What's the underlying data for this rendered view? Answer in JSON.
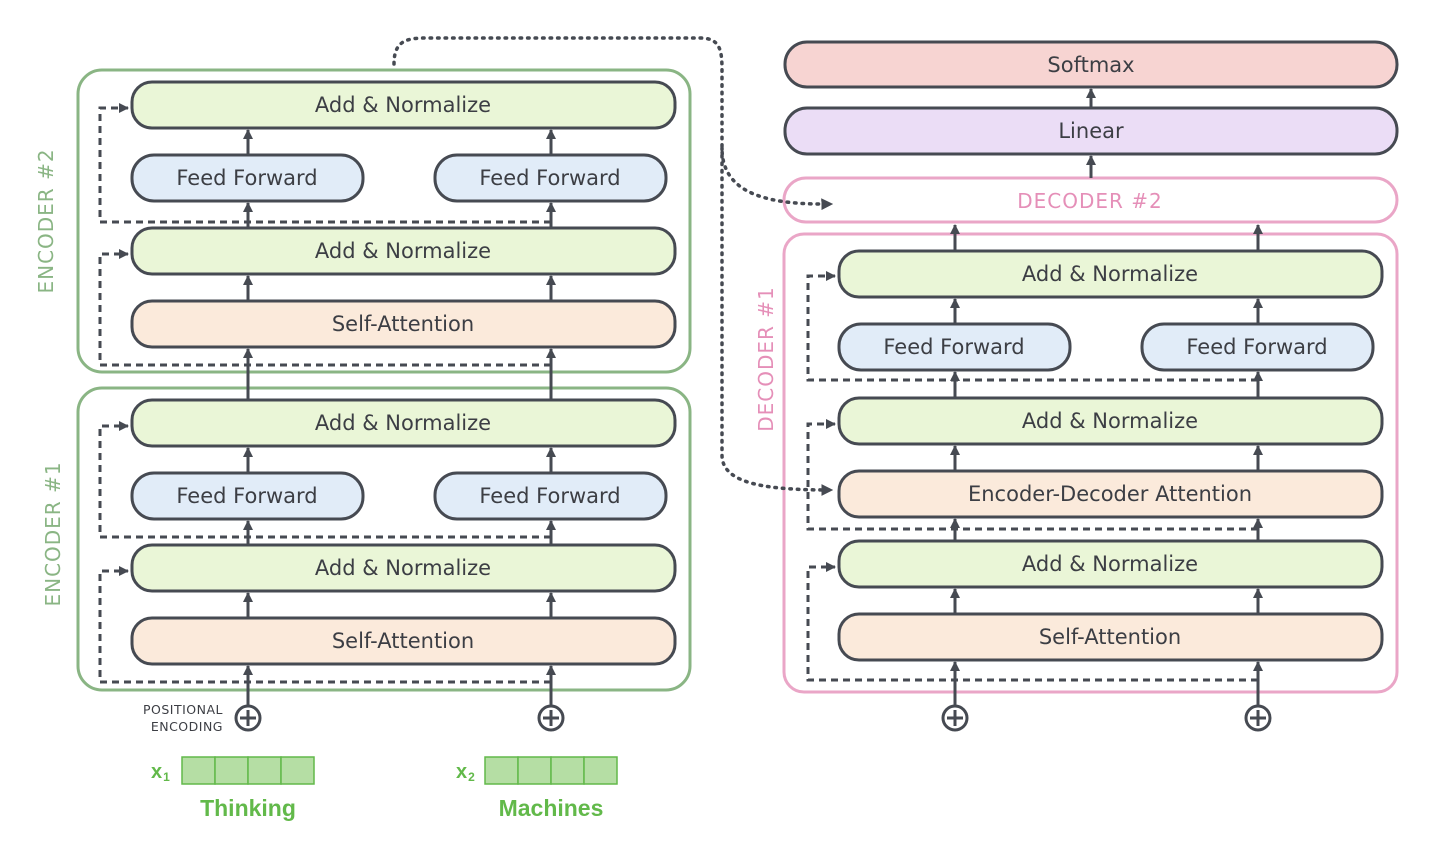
{
  "encoder": {
    "labels": {
      "add_norm": "Add & Normalize",
      "feed_forward": "Feed Forward",
      "self_attention": "Self-Attention"
    },
    "enc1_title": "ENCODER #1",
    "enc2_title": "ENCODER #2"
  },
  "decoder": {
    "labels": {
      "add_norm": "Add & Normalize",
      "feed_forward": "Feed Forward",
      "self_attention": "Self-Attention",
      "enc_dec_attention": "Encoder-Decoder Attention"
    },
    "dec1_title": "DECODER #1",
    "dec2_title": "DECODER #2",
    "linear": "Linear",
    "softmax": "Softmax"
  },
  "positional_encoding": {
    "line1": "POSITIONAL",
    "line2": "ENCODING"
  },
  "inputs": [
    {
      "x": "x",
      "sub": "1",
      "word": "Thinking"
    },
    {
      "x": "x",
      "sub": "2",
      "word": "Machines"
    }
  ],
  "colors": {
    "add_norm_fill": "#eaf6d7",
    "feed_forward_fill": "#e1ecf8",
    "attention_fill": "#fbeadb",
    "linear_fill": "#ebddf6",
    "softmax_fill": "#f7d4d2",
    "encoder_border": "#8ab584",
    "decoder_border": "#eaa6c7",
    "input_green": "#62b94a",
    "embedding_fill": "#b5dea4",
    "stroke": "#464a52"
  }
}
